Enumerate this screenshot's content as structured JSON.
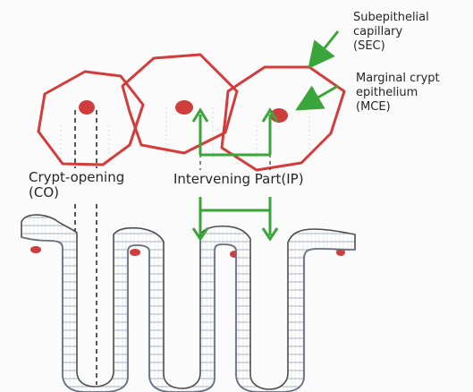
{
  "labels": {
    "sec": "Subepithelial\ncapillary\n(SEC)",
    "mce": "Marginal crypt\nepithelium\n(MCE)",
    "co": "Crypt-opening\n(CO)",
    "ip": "Intervening Part(IP)"
  },
  "colors": {
    "capillary": "#d43b3b",
    "arrow": "#3aa53a",
    "epithelium_fill": "#ffffff",
    "epithelium_stroke": "#4d4d4d",
    "epithelium_shadow": "#7c8aa3",
    "nucleus": "#cf3d3d",
    "guide_dash": "#202020",
    "guide_faint": "#c5c5c5"
  }
}
